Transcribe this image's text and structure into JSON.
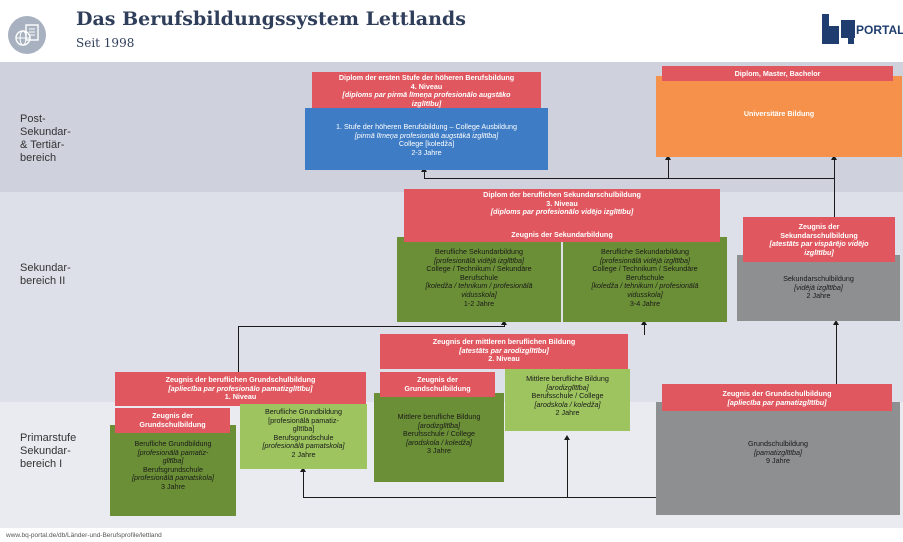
{
  "header": {
    "title": "Das Berufsbildungssystem Lettlands",
    "subtitle": "Seit 1998",
    "logo_text": "PORTAL"
  },
  "levels": {
    "post": "Post-\nSekundar-\n& Tertiär-\nbereich",
    "sek2": "Sekundar-\nbereich II",
    "prim": "Primarstufe\nSekundar-\nbereich I"
  },
  "boxes": {
    "diplom_hoehere": {
      "t": "Diplom der ersten Stufe der höheren Berufsbildung\n4. Niveau",
      "i": "[diploms par pirmā līmeņa profesionālo augstāko\nizglītību]"
    },
    "college": {
      "t": "1. Stufe der höheren Berufsbildung – College Ausbildung",
      "i": "[pirmā līmeņa profesionālā augstākā izglītība]",
      "t2": "College [koledža]\n2-3 Jahre"
    },
    "diplom_master": {
      "t": "Diplom, Master, Bachelor"
    },
    "uni": {
      "t": "Universitäre Bildung"
    },
    "diplom_sek": {
      "t": "Diplom der beruflichen Sekundarschulbildung\n3. Niveau",
      "i": "[diploms par profesionālo vidējo izglītību]"
    },
    "zeugnis_sek_mid": {
      "t": "Zeugnis der Sekundarbildung"
    },
    "bsb1": {
      "t": "Berufliche Sekundarbildung",
      "i": "[profesionālā vidējā izglītība]",
      "t2": "College / Technikum / Sekundäre\nBerufschule",
      "i2": "[koledža / tehnikum / profesionālā\nvidusskola]",
      "t3": "1-2 Jahre"
    },
    "bsb2": {
      "t": "Berufliche Sekundarbildung",
      "i": "[profesionālā vidējā izglītība]",
      "t2": "College / Technikum / Sekundäre\nBerufschule",
      "i2": "[koledža / tehnikum / profesionālā\nvidusskola]",
      "t3": "3-4 Jahre"
    },
    "zeugnis_sek_right": {
      "t": "Zeugnis der\nSekundarschulbildung",
      "i": "[atestāts par vispārējo vidējo\nizglītību]"
    },
    "sekschul": {
      "t": "Sekundarschulbildung",
      "i": "[vidējā izglītība]",
      "t2": "2 Jahre"
    },
    "zeugnis_mittl": {
      "t": "Zeugnis der mittleren beruflichen Bildung",
      "i": "[atestāts par arodizglītību]",
      "t2": "2. Niveau"
    },
    "zeugnis_grund_mid": {
      "t": "Zeugnis der\nGrundschulbildung"
    },
    "mittl_right": {
      "t": "Mittlere berufliche Bildung",
      "i": "[arodizglītība]",
      "t2": "Berufsschule / College",
      "i2": "[arodskola / koledža]",
      "t3": "2 Jahre"
    },
    "mittl_left": {
      "t": "Mittlere berufliche Bildung",
      "i": "[arodizglītība]",
      "t2": "Berufsschule / College",
      "i2": "[arodskola / koledža]",
      "t3": "3 Jahre"
    },
    "zeugnis_bgrund": {
      "t": "Zeugnis der beruflichen Grundschulbildung",
      "i": "[apliecība par profesionālo pamatizglītību]",
      "t2": "1. Niveau"
    },
    "zeugnis_grund_left": {
      "t": "Zeugnis der\nGrundschulbildung"
    },
    "bgrund_left": {
      "t": "Berufliche Grundbildung",
      "i": "[profesionālā pamatiz-\nglītība]",
      "t2": "Berufsgrundschule",
      "i2": "[profesionālā pamatskola]",
      "t3": "3 Jahre"
    },
    "bgrund_right": {
      "t": "Berufliche Grundbildung\n[profesionālā pamatiz-\nglītība]",
      "t2": "Berufsgrundschule",
      "i2": "[profesionālā pamatskola]",
      "t3": "2 Jahre"
    },
    "zeugnis_grund_right": {
      "t": "Zeugnis der Grundschulbildung",
      "i": "[apliecība par pamatizglītību]"
    },
    "grundschul": {
      "t": "Grundschulbildung",
      "i": "[pamatizglītība]",
      "t2": "9 Jahre"
    }
  },
  "footer": {
    "url": "www.bq-portal.de/db/Länder-und-Berufsprofile/lettland"
  },
  "colors": {
    "red": "#e0575f",
    "blue": "#3e7cc5",
    "orange": "#f5914a",
    "dark_green": "#6b8f36",
    "light_green": "#9dc45f",
    "grey": "#8d8f91"
  }
}
